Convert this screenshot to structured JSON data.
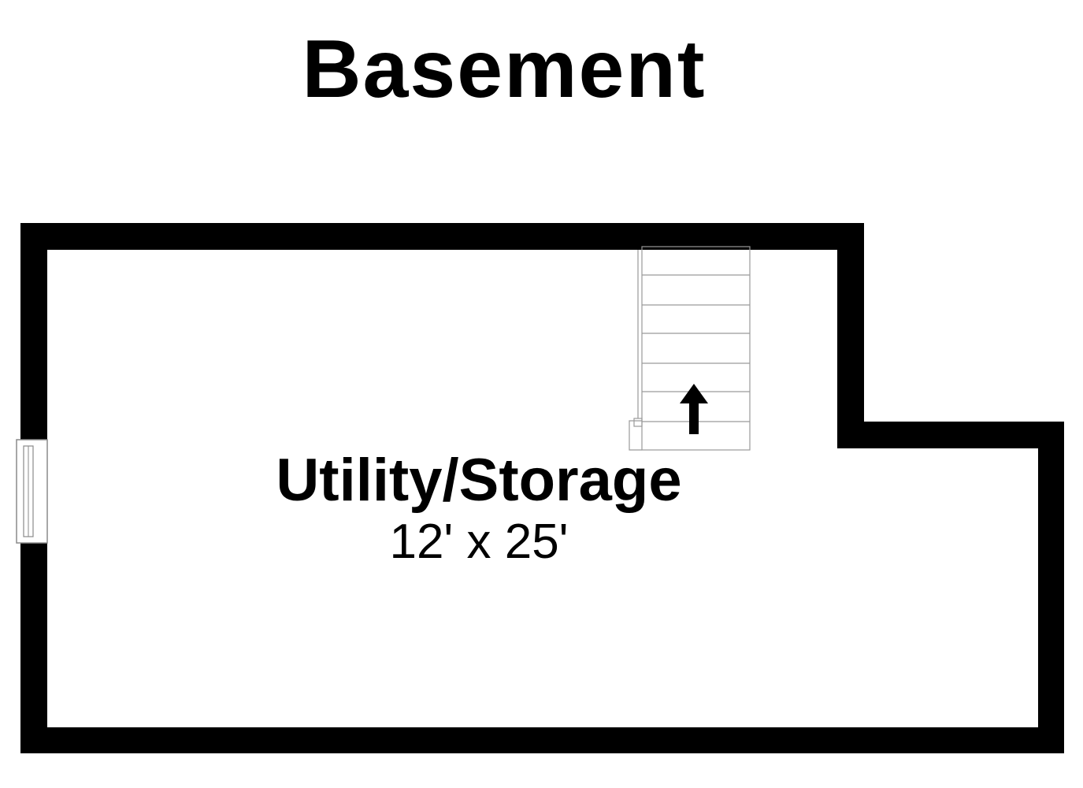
{
  "floor": {
    "title": "Basement"
  },
  "room": {
    "name": "Utility/Storage",
    "dimensions": "12' x 25'"
  },
  "stairs": {
    "direction": "up",
    "icon": "arrow-up-icon"
  },
  "colors": {
    "wall": "#000000",
    "background": "#ffffff",
    "fixture_line": "#9a9a9a"
  }
}
